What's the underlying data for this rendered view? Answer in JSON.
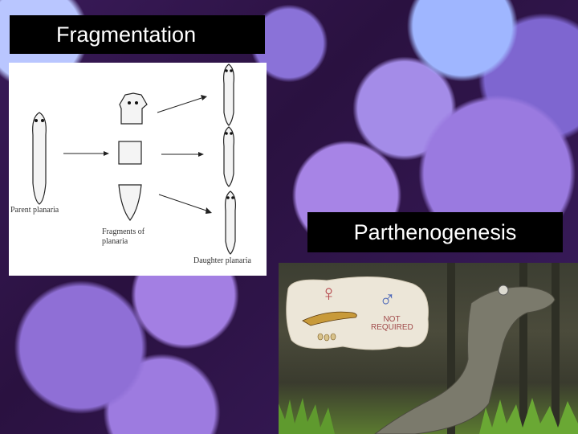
{
  "fragmentation": {
    "title": "Fragmentation",
    "parent_label": "Parent planaria",
    "fragments_label": "Fragments of planaria",
    "daughter_label": "Daughter planaria"
  },
  "parthenogenesis": {
    "title": "Parthenogenesis",
    "female_symbol": "♀",
    "male_symbol": "♂",
    "not_required_text": "NOT REQUIRED"
  }
}
